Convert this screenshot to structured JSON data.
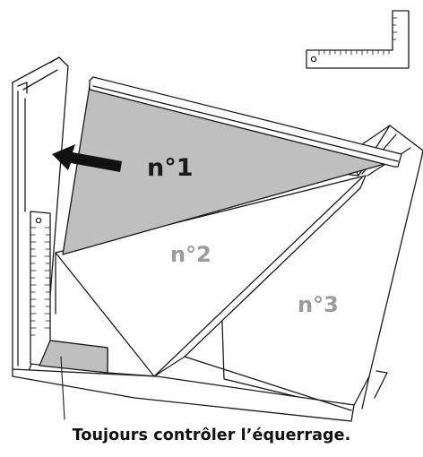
{
  "labels": {
    "panel1": "n°1",
    "panel2": "n°2",
    "panel3": "n°3"
  },
  "caption": "Toujours contrôler l’équerrage.",
  "colors": {
    "panel_fill": "#bfbfbf",
    "outline": "#1a1a1a",
    "background": "#ffffff",
    "muted_label": "#9b9b9b"
  },
  "icons": {
    "inset": "try-square-icon",
    "direction": "arrow-left-icon"
  }
}
